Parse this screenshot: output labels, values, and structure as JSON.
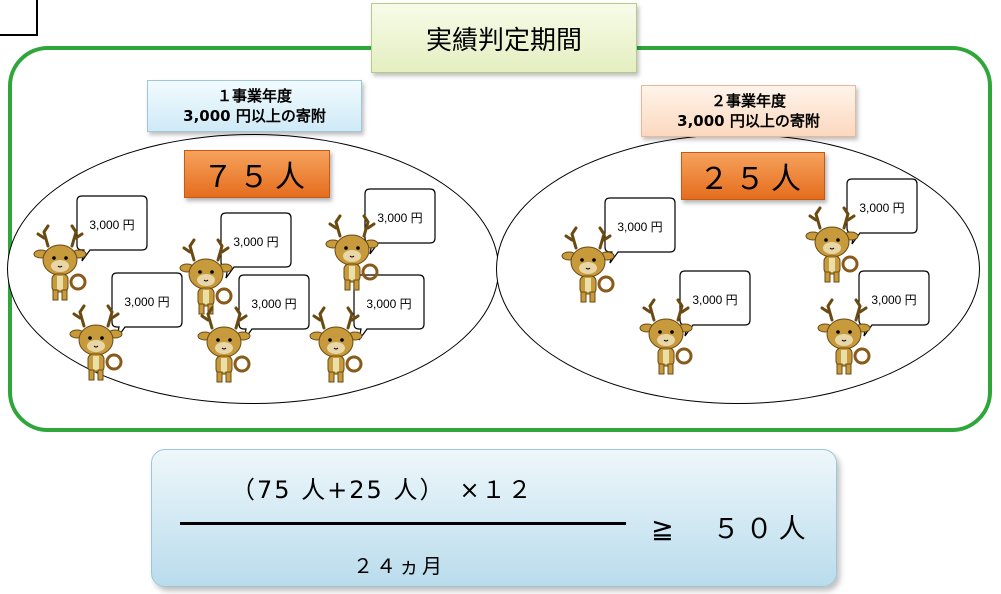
{
  "period_title": "実績判定期間",
  "year1": {
    "label_line1": "１事業年度",
    "label_line2": "3,000 円以上の寄附",
    "count": "７５人"
  },
  "year2": {
    "label_line1": "２事業年度",
    "label_line2": "3,000 円以上の寄附",
    "count": "２５人"
  },
  "donation_bubble_text": "3,000 円",
  "formula": {
    "numerator": "（75 人+25 人）　×１２",
    "denominator": "２４ヵ月",
    "result": "≧　５０人"
  },
  "colors": {
    "frame_green": "#2fa63a",
    "count_orange": "#ec7a2a",
    "deer_body": "#b08a3a"
  },
  "icons": [
    "deer-mascot-icon",
    "speech-bubble-icon"
  ]
}
